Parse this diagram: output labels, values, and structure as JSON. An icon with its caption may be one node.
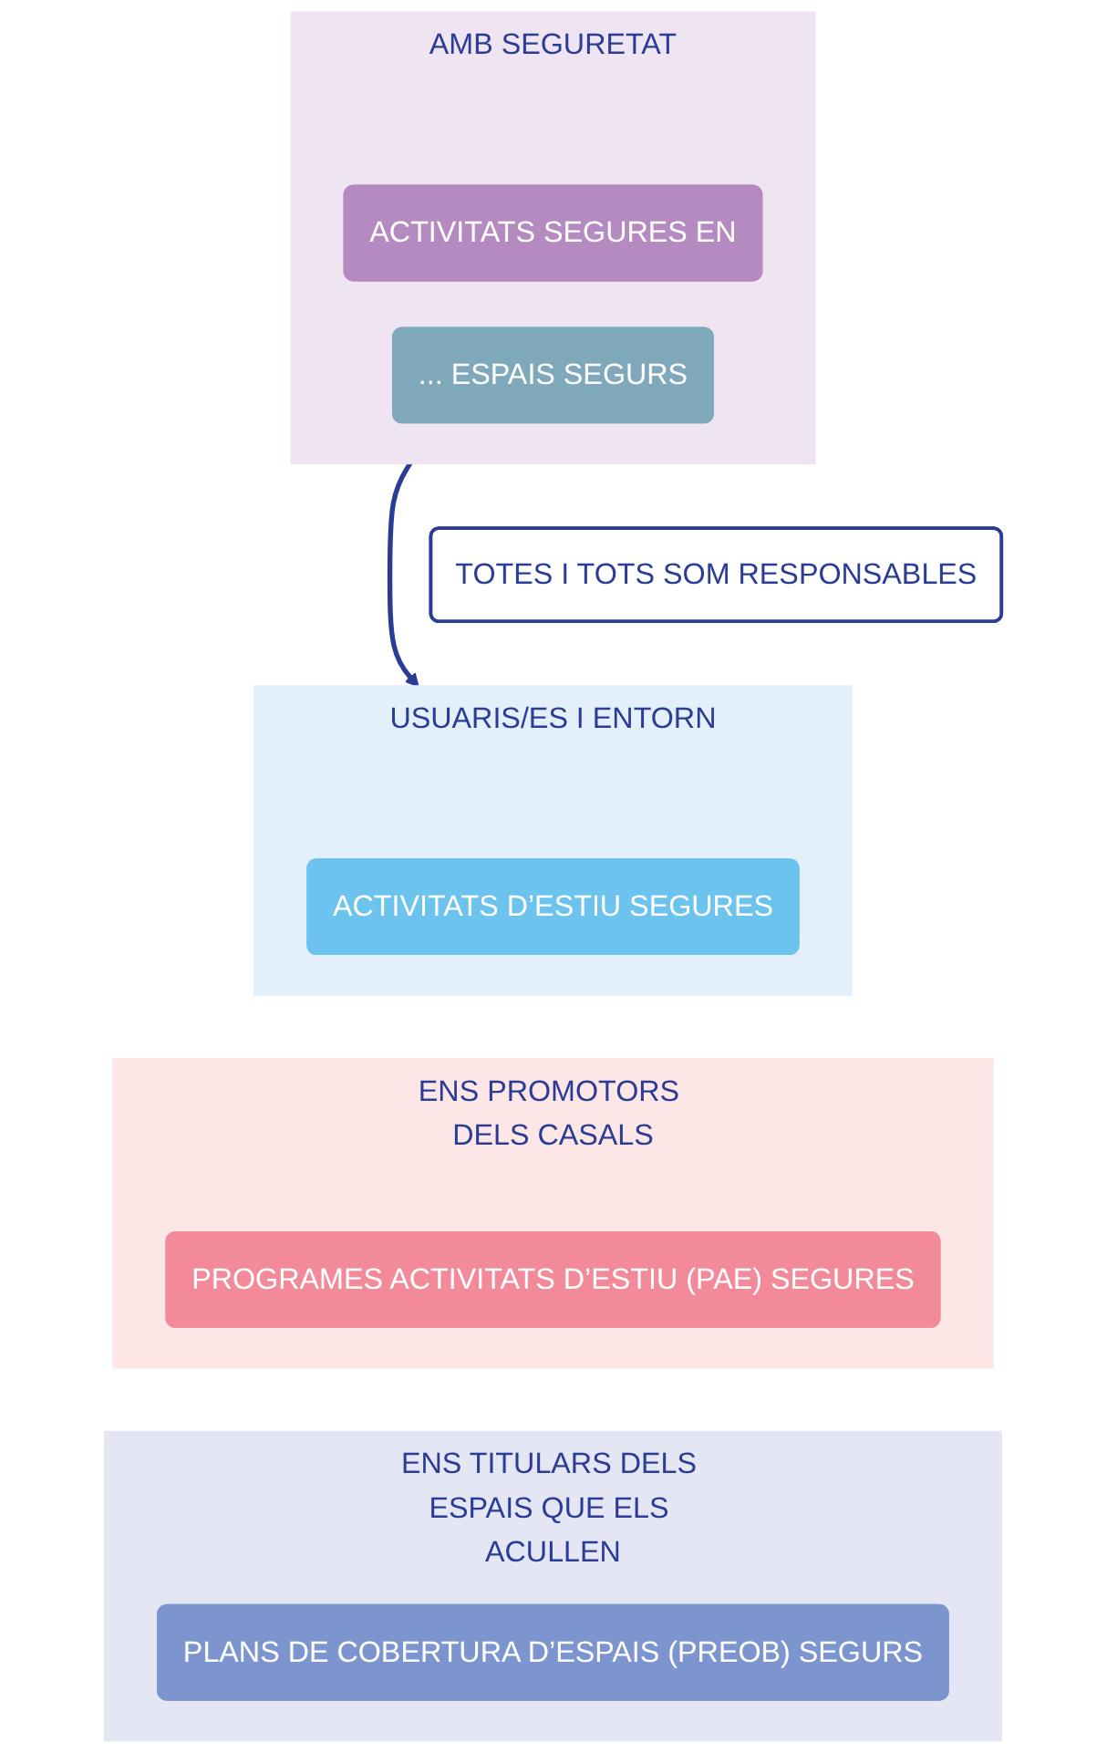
{
  "diagram": {
    "nodes": [
      {
        "text": [
          "AMB SEGURETAT"
        ]
      },
      {
        "text": [
          "ACTIVITATS SEGURES EN"
        ],
        "in": 0
      },
      {
        "text": [
          "... ESPAIS SEGURS"
        ],
        "in": 0
      },
      {
        "text": [
          "TOTES I TOTS SOM RESPONSABLES"
        ]
      },
      {
        "text": [
          "USUARIS/ES I ENTORN"
        ]
      },
      {
        "text": [
          "ACTIVITATS D’ESTIU SEGURES"
        ],
        "in": 4
      },
      {
        "text": [
          "ENS PROMOTORS DELS CASALS"
        ]
      },
      {
        "text": [
          "PROGRAMES ACTIVITATS D’ESTIU (PAE) SEGURES"
        ],
        "in": 6
      },
      {
        "text": [
          "ENS TITULARS DELS ESPAIS QUE ELS ACULLEN"
        ]
      },
      {
        "text": [
          "PLANS DE COBERTURA D’ESPAIS (PREOB) SEGURS"
        ],
        "in": 8
      }
    ],
    "edges": [
      {
        "from": 0,
        "to": 4,
        "arrow": "to"
      }
    ]
  }
}
